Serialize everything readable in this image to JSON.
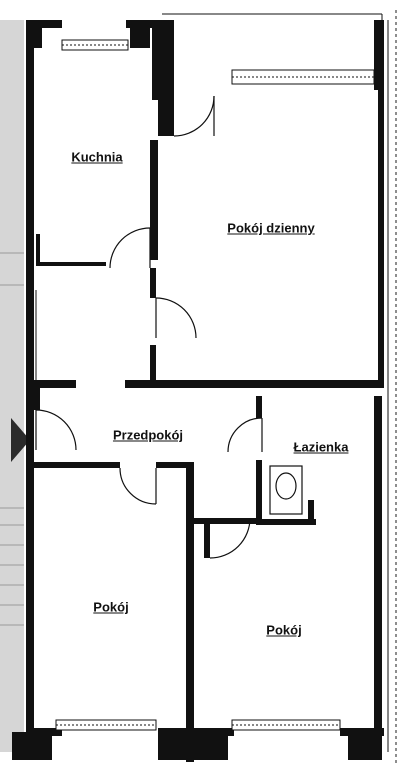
{
  "rooms": {
    "kitchen": "Kuchnia",
    "living_room": "Pokój dzienny",
    "hallway": "Przedpokój",
    "bathroom": "Łazienka",
    "bedroom_left": "Pokój",
    "bedroom_right": "Pokój"
  },
  "colors": {
    "wall": "#111111",
    "staircase_fill": "#d6d6d6",
    "entrance_arrow": "#2a2a2a"
  }
}
